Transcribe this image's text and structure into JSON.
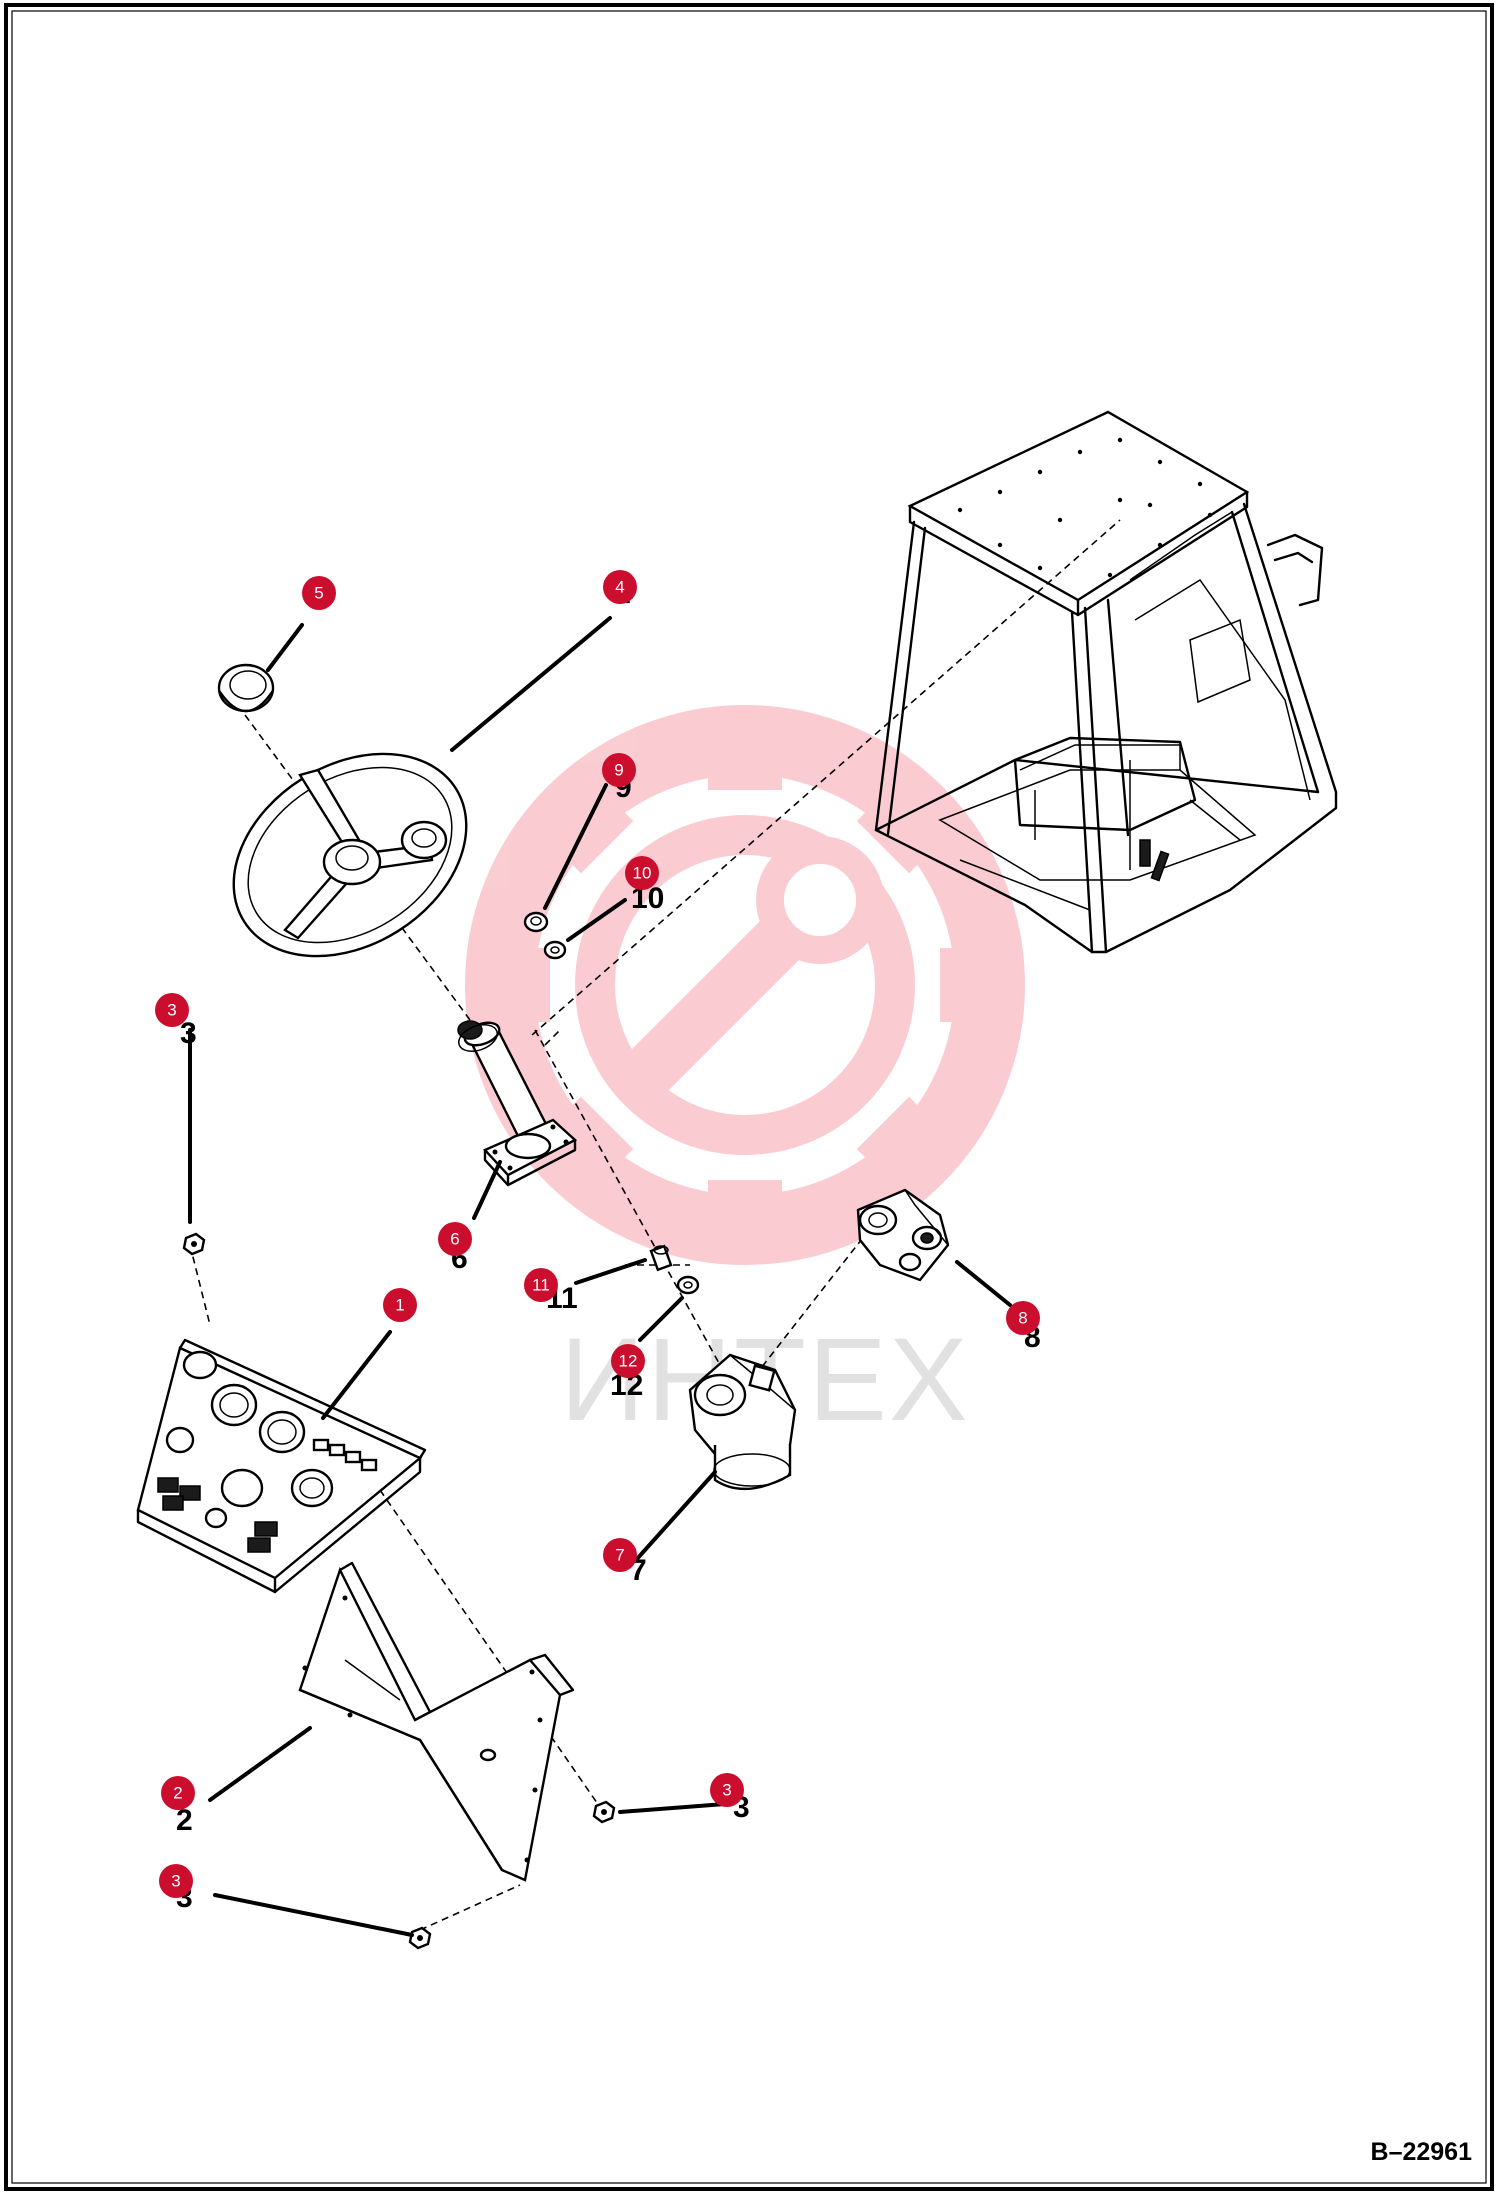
{
  "drawing": {
    "reference_number": "B–22961",
    "watermark_text": "ИНТЕХ",
    "accent_color": "#cc0e2e"
  },
  "callouts": [
    {
      "id": "1",
      "label": "1"
    },
    {
      "id": "2",
      "label": "2"
    },
    {
      "id": "3a",
      "label": "3"
    },
    {
      "id": "3b",
      "label": "3"
    },
    {
      "id": "3c",
      "label": "3"
    },
    {
      "id": "4",
      "label": "4"
    },
    {
      "id": "5",
      "label": "5"
    },
    {
      "id": "6",
      "label": "6"
    },
    {
      "id": "7",
      "label": "7"
    },
    {
      "id": "8",
      "label": "8"
    },
    {
      "id": "9",
      "label": "9"
    },
    {
      "id": "10",
      "label": "10"
    },
    {
      "id": "11",
      "label": "11"
    },
    {
      "id": "12",
      "label": "12"
    }
  ],
  "parts": [
    {
      "name": "instrument-panel",
      "callout": "1"
    },
    {
      "name": "panel-mount-bracket",
      "callout": "2"
    },
    {
      "name": "nut",
      "callout": "3"
    },
    {
      "name": "steering-wheel",
      "callout": "4"
    },
    {
      "name": "wheel-cap",
      "callout": "5"
    },
    {
      "name": "steering-column",
      "callout": "6"
    },
    {
      "name": "steering-control-unit",
      "callout": "7"
    },
    {
      "name": "valve-block",
      "callout": "8"
    },
    {
      "name": "column-nut",
      "callout": "9"
    },
    {
      "name": "column-washer",
      "callout": "10"
    },
    {
      "name": "coupling",
      "callout": "11"
    },
    {
      "name": "coupling-washer",
      "callout": "12"
    },
    {
      "name": "operator-cab",
      "callout": ""
    }
  ]
}
